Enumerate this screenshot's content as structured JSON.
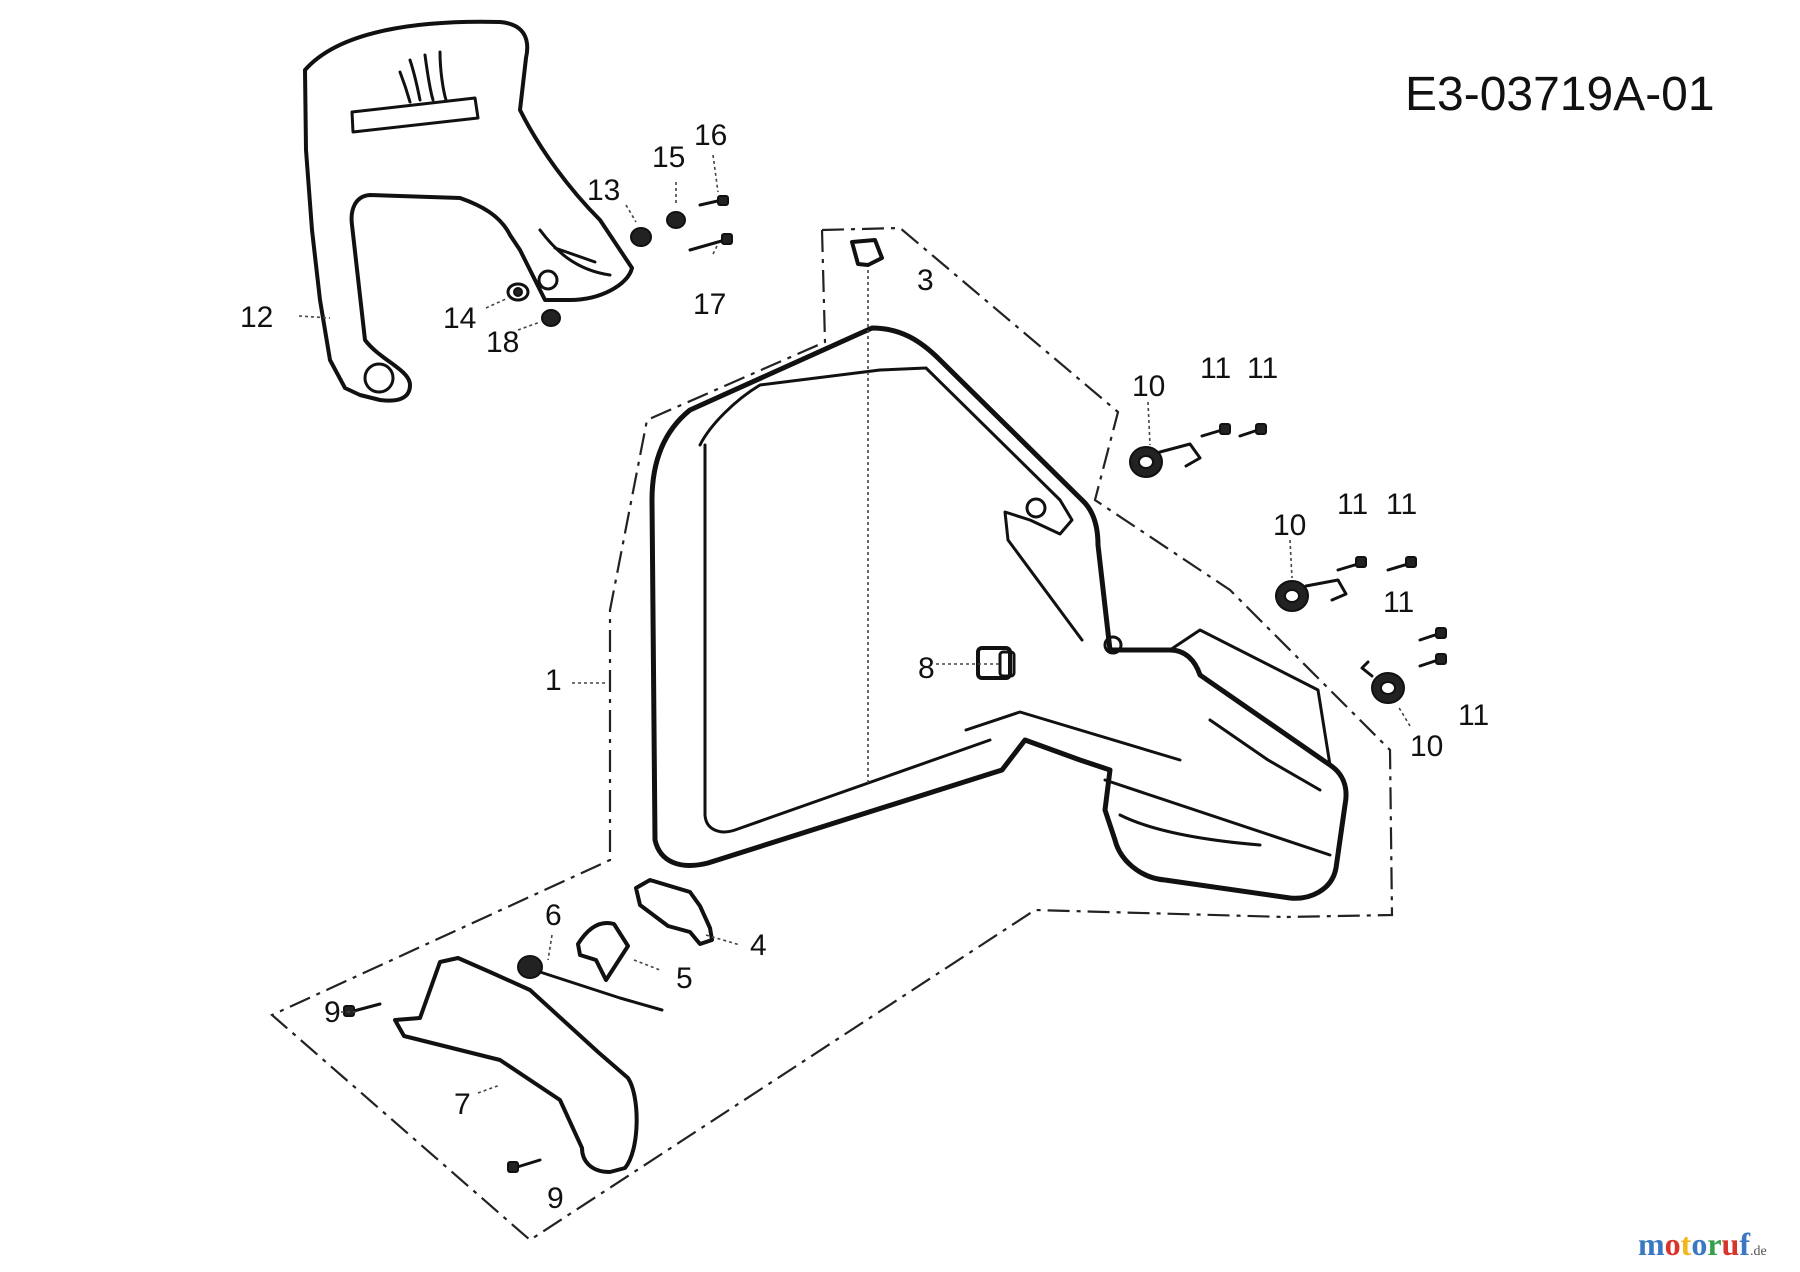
{
  "diagram_code": "E3-03719A-01",
  "watermark": {
    "text_main": "motoruf",
    "text_suffix": ".de",
    "colors": [
      "#3a78c2",
      "#d9342b",
      "#f2b51d",
      "#3a78c2",
      "#35a04a",
      "#d9342b",
      "#3a78c2"
    ]
  },
  "callouts": [
    {
      "id": "c1",
      "label": "1"
    },
    {
      "id": "c3",
      "label": "3"
    },
    {
      "id": "c4",
      "label": "4"
    },
    {
      "id": "c5",
      "label": "5"
    },
    {
      "id": "c6",
      "label": "6"
    },
    {
      "id": "c7",
      "label": "7"
    },
    {
      "id": "c8",
      "label": "8"
    },
    {
      "id": "c9a",
      "label": "9"
    },
    {
      "id": "c9b",
      "label": "9"
    },
    {
      "id": "c10a",
      "label": "10"
    },
    {
      "id": "c10b",
      "label": "10"
    },
    {
      "id": "c10c",
      "label": "10"
    },
    {
      "id": "c11a",
      "label": "11"
    },
    {
      "id": "c11b",
      "label": "11"
    },
    {
      "id": "c11c",
      "label": "11"
    },
    {
      "id": "c11d",
      "label": "11"
    },
    {
      "id": "c11e",
      "label": "11"
    },
    {
      "id": "c11f",
      "label": "11"
    },
    {
      "id": "c12",
      "label": "12"
    },
    {
      "id": "c13",
      "label": "13"
    },
    {
      "id": "c14",
      "label": "14"
    },
    {
      "id": "c15",
      "label": "15"
    },
    {
      "id": "c16",
      "label": "16"
    },
    {
      "id": "c17",
      "label": "17"
    },
    {
      "id": "c18",
      "label": "18"
    }
  ]
}
